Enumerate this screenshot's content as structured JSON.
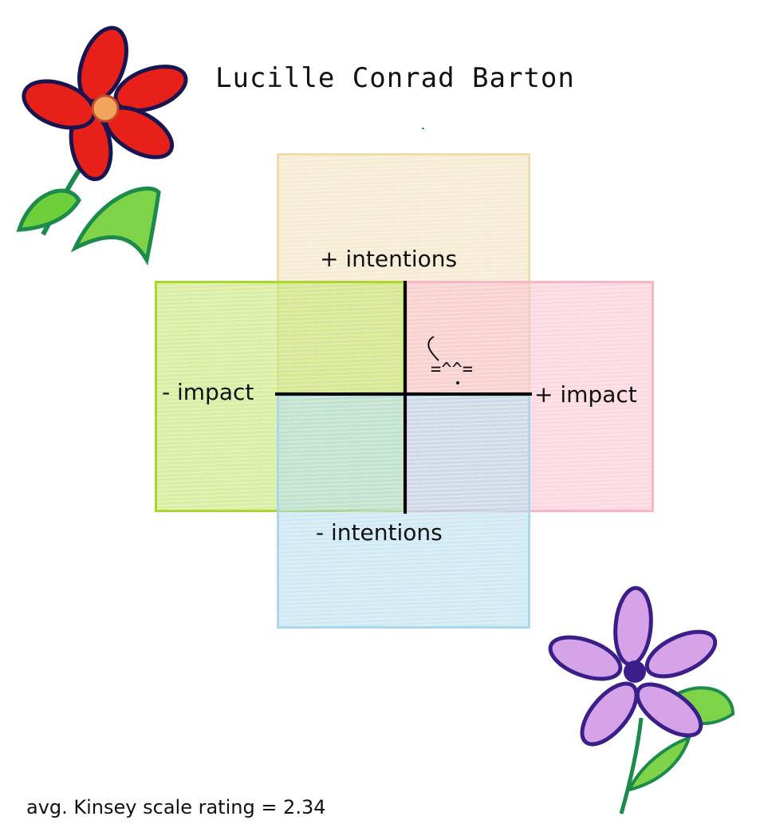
{
  "header": {
    "title": "Lucille Conrad Barton"
  },
  "diagram": {
    "labels": {
      "plus_intentions": "+ intentions",
      "minus_intentions": "- intentions",
      "minus_impact": "- impact",
      "plus_impact": "+ impact"
    },
    "marker_text": "=^^=",
    "colors": {
      "top_quadrant": "#eedcaa",
      "left_quadrant": "#a8d62a",
      "right_quadrant": "#f5b6c6",
      "bottom_quadrant": "#a8d8ea",
      "axis": "#000000"
    }
  },
  "footer": {
    "kinsey_text": "avg. Kinsey scale rating = 2.34"
  },
  "decorations": {
    "top_left_icon": "red-flower-icon",
    "bottom_right_icon": "purple-flower-icon"
  }
}
